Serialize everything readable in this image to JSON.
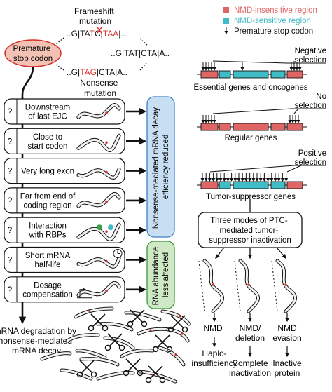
{
  "top": {
    "frameshift_title": [
      "Frameshift",
      "mutation"
    ],
    "nonsense_title": [
      "Nonsense",
      "mutation"
    ],
    "seq_top": [
      {
        "t": "..G|TA",
        "c": "#111"
      },
      {
        "t": "T",
        "c": "#d6302b"
      },
      {
        "t": "C|",
        "c": "#111"
      },
      {
        "t": "TAA",
        "c": "#d6302b"
      },
      {
        "t": "|..",
        "c": "#111"
      }
    ],
    "seq_mid": [
      {
        "t": "..G|TA",
        "c": "#111"
      },
      {
        "t": "T",
        "c": "#111"
      },
      {
        "t": "|CTA|A..",
        "c": "#111"
      }
    ],
    "seq_bot": [
      {
        "t": "..G|",
        "c": "#111"
      },
      {
        "t": "TAG",
        "c": "#d6302b"
      },
      {
        "t": "|CTA|A..",
        "c": "#111"
      }
    ],
    "ptc_label": [
      "Premature",
      "stop codon"
    ]
  },
  "legend": {
    "items": [
      {
        "label": "NMD-insensitive region",
        "color": "#e06666",
        "type": "swatch"
      },
      {
        "label": "NMD-sensitive region",
        "color": "#40bcc6",
        "type": "swatch"
      },
      {
        "label": "Premature stop codon",
        "type": "arrow"
      }
    ]
  },
  "mechanisms": [
    {
      "q": "?",
      "label": [
        "Downstream",
        "of last EJC"
      ]
    },
    {
      "q": "?",
      "label": [
        "Close to",
        "start codon"
      ]
    },
    {
      "q": "?",
      "label": [
        "Very long exon"
      ]
    },
    {
      "q": "?",
      "label": [
        "Far from end of",
        "coding region"
      ]
    },
    {
      "q": "?",
      "label": [
        "Interaction",
        "with RBPs"
      ]
    },
    {
      "q": "?",
      "label": [
        "Short mRNA",
        "half-life"
      ]
    },
    {
      "q": "?",
      "label": [
        "Dosage",
        "compensation"
      ]
    }
  ],
  "side_boxes": {
    "blue": [
      "Nonsense-mediated mRNA decay",
      "efficiency reduced"
    ],
    "green": [
      "RNA abundance",
      "less affected"
    ],
    "blue_color": "#c8def2",
    "green_color": "#cfe9c6"
  },
  "degradation": [
    "mRNA degradation by",
    "nonsense-mediated",
    "mRNA decay"
  ],
  "genes": [
    {
      "selection": [
        "Negative",
        "selection"
      ],
      "caption": "Essential genes and oncogenes"
    },
    {
      "selection": [
        "No",
        "selection"
      ],
      "caption": "Regular genes"
    },
    {
      "selection": [
        "Positive",
        "selection"
      ],
      "caption": "Tumor-suppressor genes"
    }
  ],
  "modes_box": [
    "Three modes of PTC-",
    "mediated tumor-",
    "suppressor inactivation"
  ],
  "outcomes": [
    {
      "mode": [
        "NMD"
      ],
      "result": [
        "Haplo-",
        "insufficiency"
      ]
    },
    {
      "mode": [
        "NMD/",
        "deletion"
      ],
      "result": [
        "Complete",
        "inactivation"
      ]
    },
    {
      "mode": [
        "NMD",
        "evasion"
      ],
      "result": [
        "Inactive",
        "protein"
      ]
    }
  ],
  "colors": {
    "red": "#e06666",
    "teal": "#40bcc6",
    "ptc_fill": "#f4c2b4",
    "ptc_stroke": "#d6302b"
  }
}
